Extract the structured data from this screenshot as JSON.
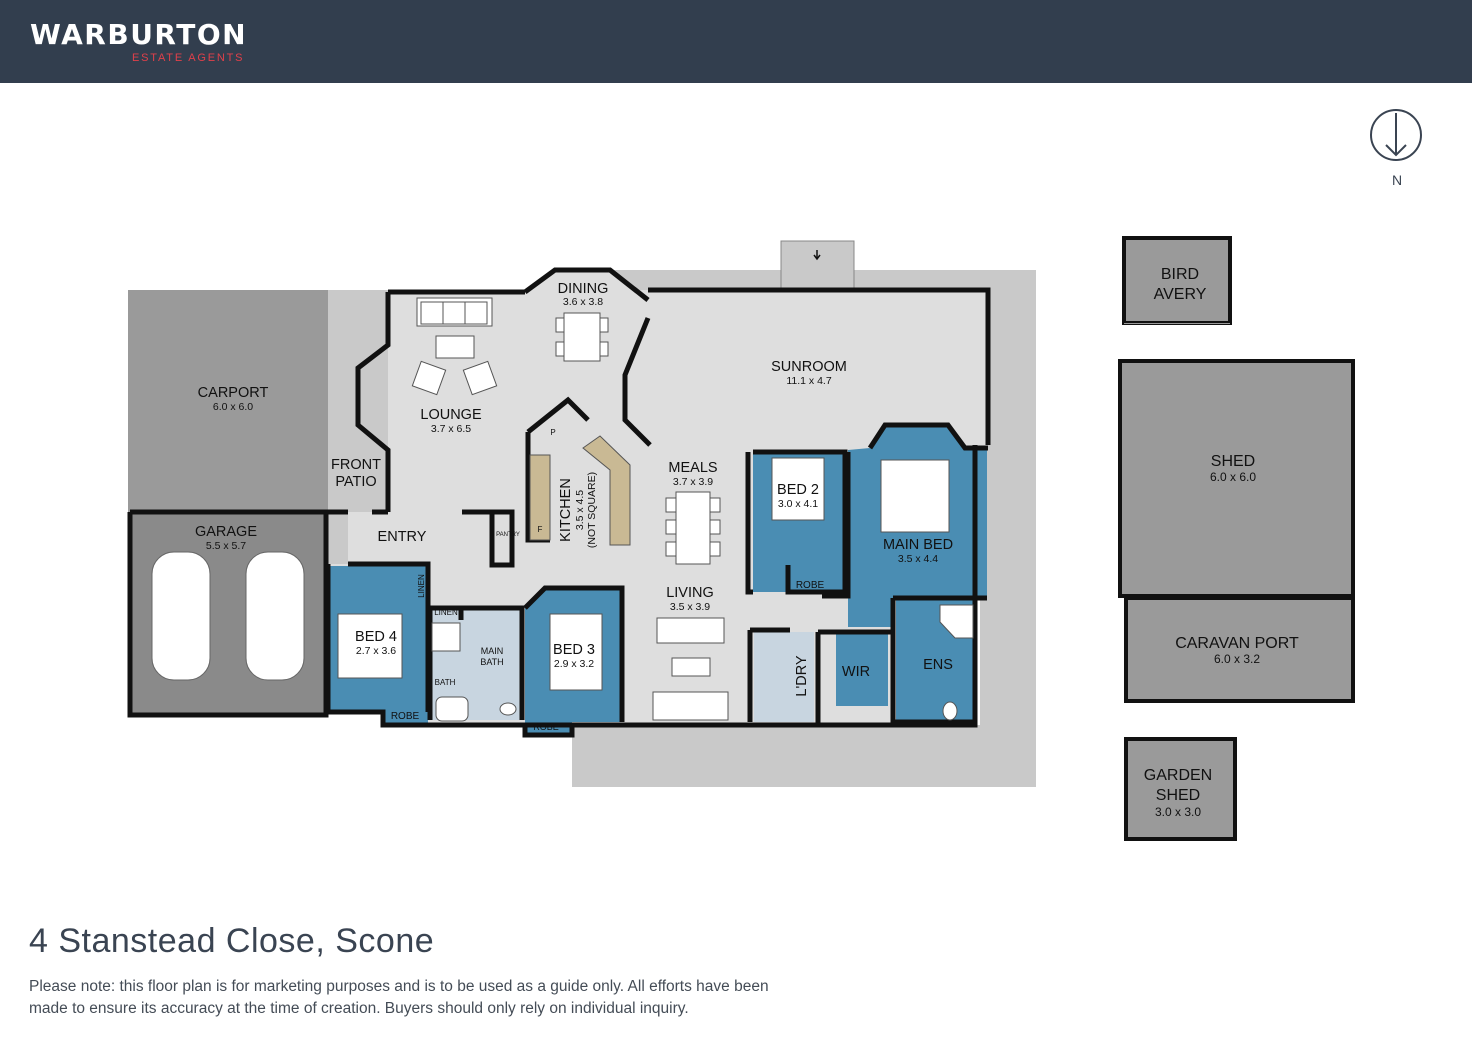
{
  "brand": {
    "name": "WARBURTON",
    "tagline": "ESTATE AGENTS"
  },
  "compass": {
    "label": "N"
  },
  "rooms": {
    "carport": {
      "name": "CARPORT",
      "size": "6.0 x 6.0"
    },
    "garage": {
      "name": "GARAGE",
      "size": "5.5 x 5.7"
    },
    "front_patio": {
      "name": "FRONT\nPATIO",
      "line1": "FRONT",
      "line2": "PATIO"
    },
    "lounge": {
      "name": "LOUNGE",
      "size": "3.7 x 6.5"
    },
    "dining": {
      "name": "DINING",
      "size": "3.6 x 3.8"
    },
    "sunroom": {
      "name": "SUNROOM",
      "size": "11.1 x 4.7"
    },
    "kitchen": {
      "name": "KITCHEN",
      "size": "3.5 x 4.5",
      "note": "(NOT SQUARE)"
    },
    "meals": {
      "name": "MEALS",
      "size": "3.7 x 3.9"
    },
    "entry": {
      "name": "ENTRY"
    },
    "pantry": {
      "name": "PANTRY"
    },
    "bed2": {
      "name": "BED 2",
      "size": "3.0 x 4.1"
    },
    "main_bed": {
      "name": "MAIN BED",
      "size": "3.5 x 4.4"
    },
    "bed4": {
      "name": "BED 4",
      "size": "2.7 x 3.6"
    },
    "bed3": {
      "name": "BED 3",
      "size": "2.9 x 3.2"
    },
    "living": {
      "name": "LIVING",
      "size": "3.5 x 3.9"
    },
    "main_bath": {
      "line1": "MAIN",
      "line2": "BATH"
    },
    "bath": {
      "name": "BATH"
    },
    "linen_1": {
      "name": "LINEN"
    },
    "linen_2": {
      "name": "LINEN"
    },
    "robe_bed4": {
      "name": "ROBE"
    },
    "robe_bed3": {
      "name": "ROBE"
    },
    "robe_bed2": {
      "name": "ROBE"
    },
    "ldry": {
      "name": "L'DRY"
    },
    "wir": {
      "name": "WIR"
    },
    "ens": {
      "name": "ENS"
    },
    "kitchen_p": {
      "name": "P"
    },
    "kitchen_f": {
      "name": "F"
    }
  },
  "outbuildings": {
    "bird_avery": {
      "line1": "BIRD",
      "line2": "AVERY"
    },
    "shed": {
      "name": "SHED",
      "size": "6.0 x 6.0"
    },
    "caravan_port": {
      "name": "CARAVAN PORT",
      "size": "6.0 x 3.2"
    },
    "garden_shed": {
      "line1": "GARDEN",
      "line2": "SHED",
      "size": "3.0 x 3.0"
    }
  },
  "colors": {
    "header": "#323e4e",
    "accent": "#e0404a",
    "bedroom": "#4a8db3",
    "floor": "#dedede",
    "outdoor": "#c9c9c9",
    "garage": "#8a8a8a",
    "wall": "#111111"
  },
  "footer": {
    "address": "4 Stanstead Close, Scone",
    "note": "Please note: this floor plan is for marketing purposes and is to be used as a guide only. All efforts have been made to ensure its accuracy at the time of creation. Buyers should only rely on individual inquiry."
  }
}
